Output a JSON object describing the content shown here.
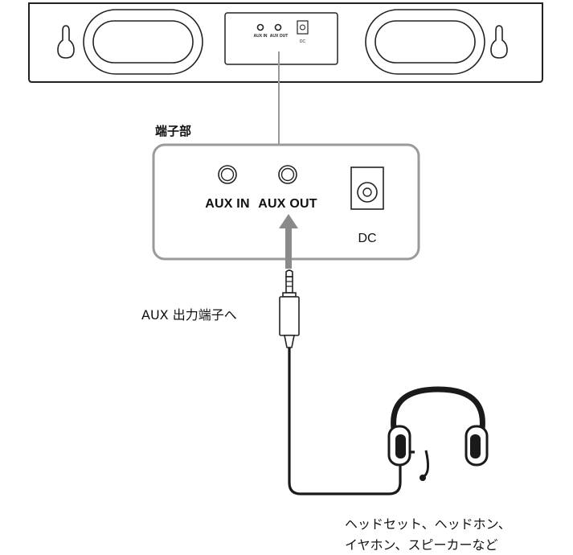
{
  "device_top": {
    "aux_in_small": "AUX IN",
    "aux_out_small": "AUX OUT",
    "dc_small": "DC"
  },
  "terminal_panel": {
    "title": "端子部",
    "aux_in": "AUX IN",
    "aux_out": "AUX OUT",
    "dc": "DC"
  },
  "plug_note": "AUX 出力端子へ",
  "caption": {
    "line1": "ヘッドセット、ヘッドホン、",
    "line2": "イヤホン、スピーカーなど"
  }
}
